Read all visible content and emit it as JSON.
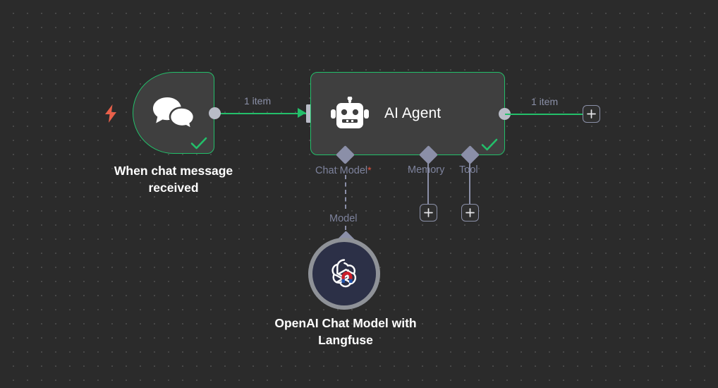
{
  "canvas": {
    "background_color": "#2b2b2b",
    "grid_dot_color": "#4a4a4a",
    "accent_green": "#23bf6a",
    "connector_gray": "#8b8fa8",
    "required_red": "#e8543f",
    "trigger_bolt_color": "#e8604a"
  },
  "nodes": {
    "trigger": {
      "caption": "When chat message received",
      "icon": "chat-bubbles-icon",
      "status": "success",
      "trigger_icon": "lightning-bolt-icon"
    },
    "agent": {
      "label": "AI Agent",
      "icon": "robot-icon",
      "status": "success"
    },
    "openai": {
      "caption": "OpenAI Chat Model with Langfuse",
      "icon": "openai-langfuse-icon"
    }
  },
  "connections": {
    "trigger_to_agent_label": "1 item",
    "agent_output_label": "1 item"
  },
  "sub_connectors": [
    {
      "label": "Chat Model",
      "required": true,
      "required_marker": "*",
      "line": "dashed",
      "endpoint_label": "Model"
    },
    {
      "label": "Memory",
      "required": false,
      "required_marker": "",
      "line": "solid",
      "endpoint_label": ""
    },
    {
      "label": "Tool",
      "required": false,
      "required_marker": "",
      "line": "solid",
      "endpoint_label": ""
    }
  ],
  "buttons": {
    "add_main": "+",
    "add_memory": "+",
    "add_tool": "+"
  }
}
